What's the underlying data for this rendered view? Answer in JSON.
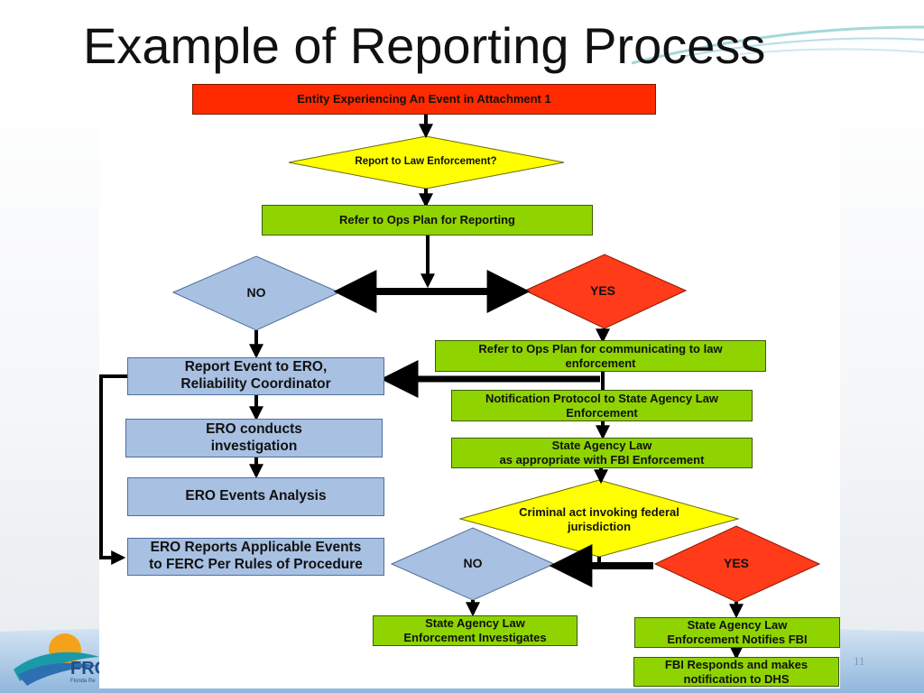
{
  "slide": {
    "title": "Example of Reporting Process",
    "slide_number": "11",
    "logo_text": "FRC",
    "logo_subtitle": "Florida Re"
  },
  "colors": {
    "start": "#ff2a00",
    "decision_question": "#ffff00",
    "decision_yes": "#ff3b1a",
    "decision_no": "#a8c0e2",
    "process_green": "#8fd400",
    "process_blue": "#a8c0e2"
  },
  "flowchart": {
    "start": "Entity Experiencing An Event in Attachment 1",
    "decision_law_enforcement": "Report to Law Enforcement?",
    "refer_ops_plan": "Refer to Ops Plan for Reporting",
    "no_1": "NO",
    "yes_1": "YES",
    "refer_ops_plan_law": "Refer to Ops Plan for communicating to law enforcement",
    "notification_protocol": "Notification Protocol to State Agency Law Enforcement",
    "state_agency_fbi": [
      "State Agency Law",
      "as appropriate with FBI Enforcement"
    ],
    "report_event": [
      "Report Event to ERO,",
      "Reliability Coordinator"
    ],
    "ero_investigation": [
      "ERO conducts",
      "investigation"
    ],
    "ero_analysis": "ERO Events Analysis",
    "ero_reports": [
      "ERO Reports Applicable Events",
      "to FERC Per Rules of Procedure"
    ],
    "decision_criminal": "Criminal act invoking federal jurisdiction",
    "no_2": "NO",
    "yes_2": "YES",
    "state_investigates": "State Agency Law Enforcement Investigates",
    "state_notifies_fbi": "State Agency Law Enforcement Notifies FBI",
    "fbi_responds": "FBI Responds and makes notification to DHS"
  }
}
